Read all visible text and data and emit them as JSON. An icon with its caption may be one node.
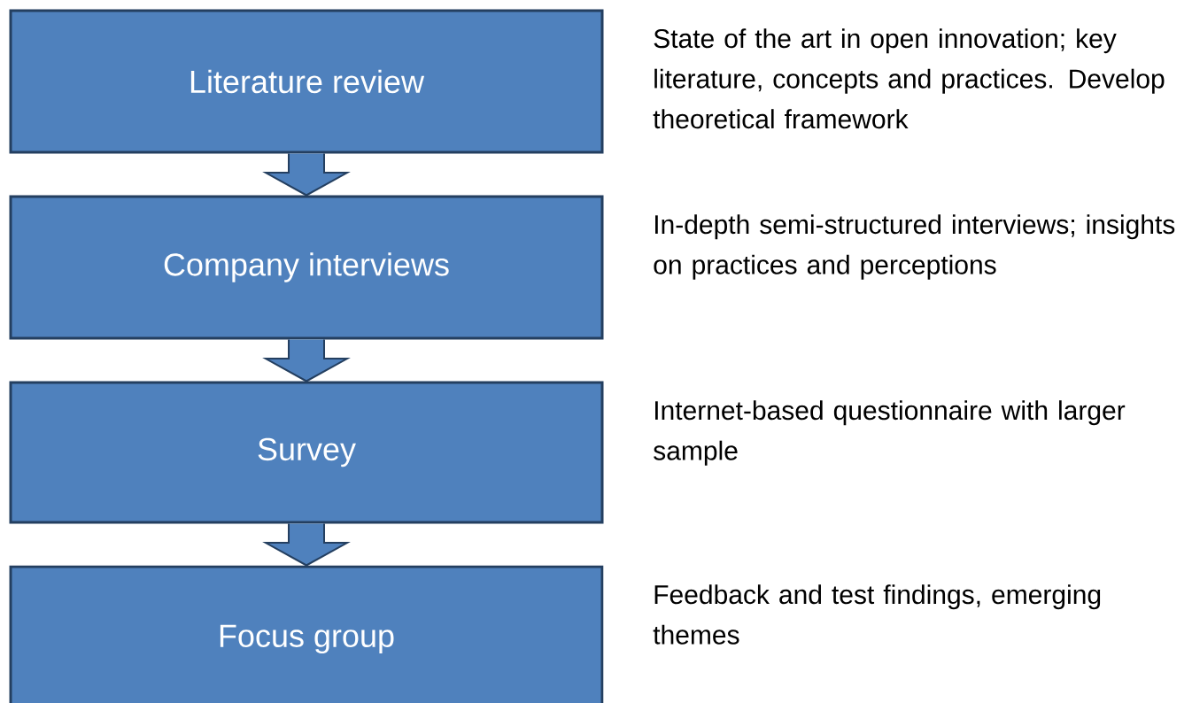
{
  "diagram": {
    "nodes": [
      {
        "text": [
          "Literature review"
        ],
        "beside": [
          "State of the art in open innovation; key literature, concepts and practices. Develop theoretical framework"
        ]
      },
      {
        "text": [
          "Company interviews"
        ],
        "beside": [
          "In-depth semi-structured interviews; insights on practices and perceptions"
        ]
      },
      {
        "text": [
          "Survey"
        ],
        "beside": [
          "Internet-based questionnaire with larger sample"
        ]
      },
      {
        "text": [
          "Focus group"
        ],
        "beside": [
          "Feedback and test findings, emerging themes"
        ]
      }
    ],
    "edges": [
      {
        "from": 0,
        "to": 1,
        "arrow": "to"
      },
      {
        "from": 1,
        "to": 2,
        "arrow": "to"
      },
      {
        "from": 2,
        "to": 3,
        "arrow": "to"
      }
    ]
  }
}
